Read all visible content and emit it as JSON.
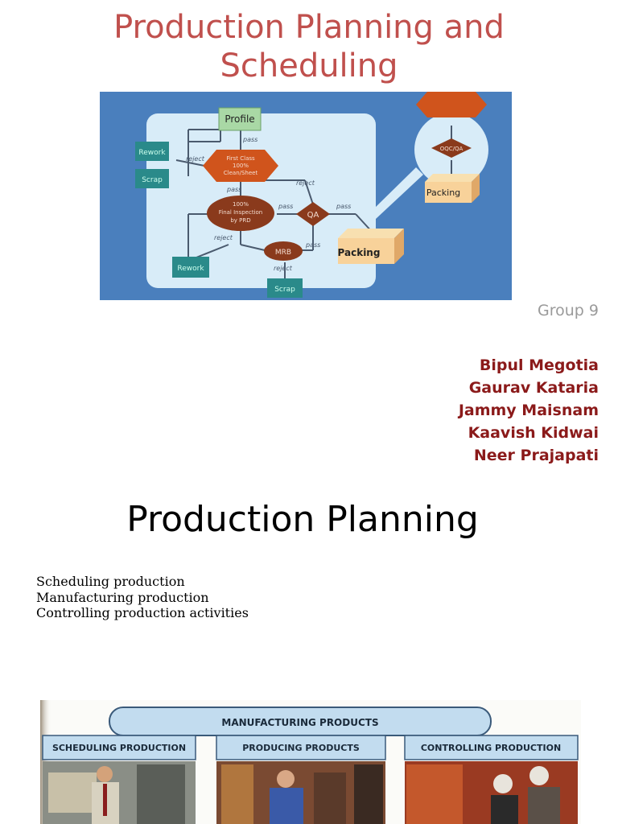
{
  "slide1": {
    "title_line1": "Production Planning and",
    "title_line2": "Scheduling",
    "group": "Group 9",
    "members": [
      "Bipul Megotia",
      "Gaurav Kataria",
      "Jammy Maisnam",
      "Kaavish Kidwai",
      "Neer Prajapati"
    ]
  },
  "diagram": {
    "profile": "Profile",
    "rework": "Rework",
    "scrap": "Scrap",
    "packing": "Packing",
    "qa": "QA",
    "mrb": "MRB",
    "reject": "reject",
    "pass": "pass",
    "inspection_1": "First Class",
    "inspection_2": "100%",
    "inspection_3": "Clean/Sheet",
    "final_1": "100%",
    "final_2": "Final Inspection",
    "final_3": "by PRD",
    "oqa": "OQC/QA"
  },
  "slide2": {
    "title": "Production Planning",
    "bullets": [
      "Scheduling production",
      "Manufacturing production",
      "Controlling production activities"
    ]
  },
  "photo": {
    "banner": "MANUFACTURING PRODUCTS",
    "col1": "SCHEDULING PRODUCTION",
    "col2": "PRODUCING PRODUCTS",
    "col3": "CONTROLLING PRODUCTION"
  }
}
